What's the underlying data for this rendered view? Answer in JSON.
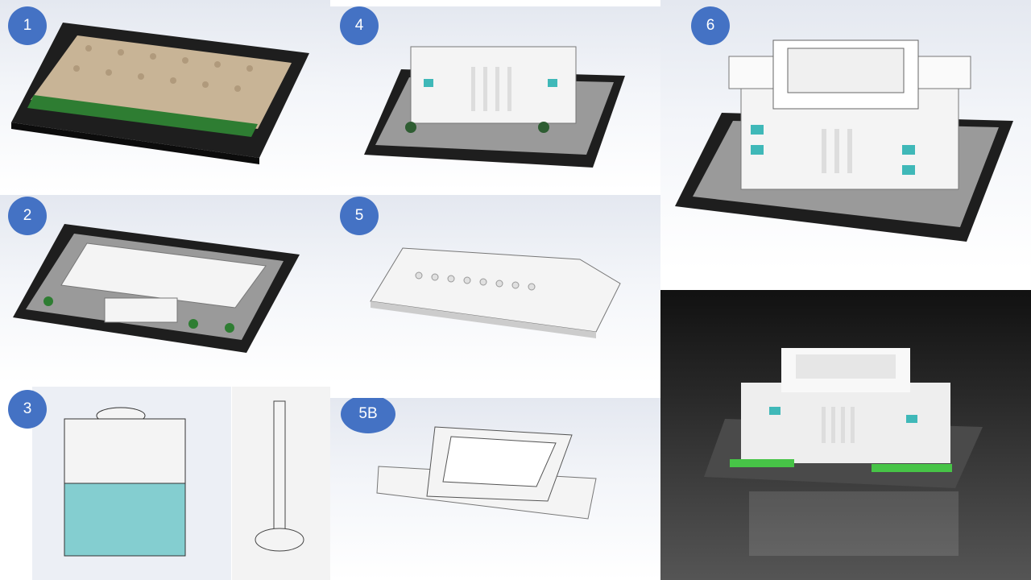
{
  "steps": [
    {
      "label": "1",
      "description": "Black baseplate with tan plates and green plates along front"
    },
    {
      "label": "2",
      "description": "Gray tile border, green bushes, white bricks and stairs"
    },
    {
      "label": "3",
      "description": "Column part detail: 1x1 brick with transparent teal window and bar with round base"
    },
    {
      "label": "4",
      "description": "Walls with teal windows, white columns at entrance"
    },
    {
      "label": "5",
      "description": "White tiles and plates roof layer"
    },
    {
      "label": "5B",
      "description": "Stacked roof plates with recessed tiles"
    },
    {
      "label": "6",
      "description": "Completed building model on baseplate"
    }
  ],
  "final_render": {
    "description": "Rendered final LEGO building on dark reflective background"
  },
  "colors": {
    "badge": "#4472c4",
    "baseplate": "#1e1e1e",
    "tan": "#c8b496",
    "green": "#2e7d32",
    "white_brick": "#f4f4f4",
    "gray_tile": "#9a9a9a",
    "window_teal": "#3fb8b8"
  }
}
